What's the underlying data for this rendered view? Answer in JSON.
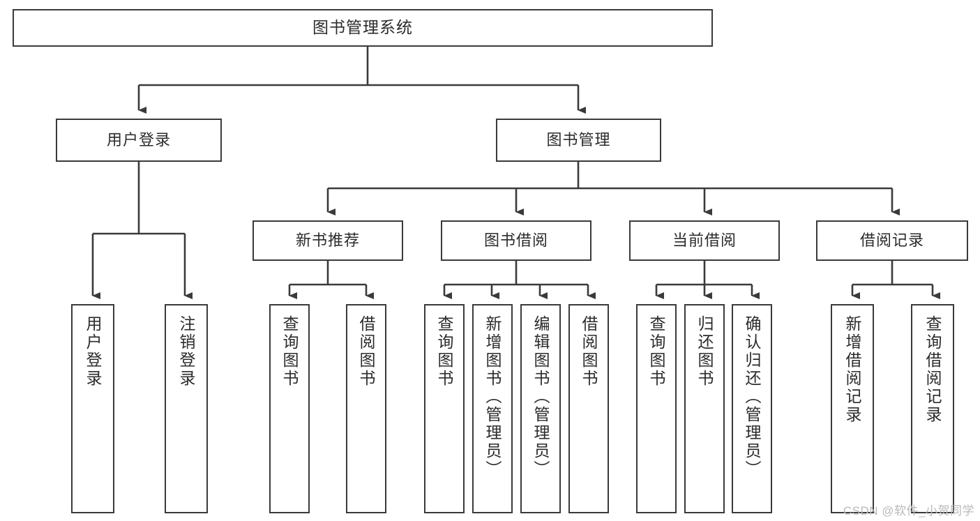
{
  "diagram": {
    "title": "图书管理系统",
    "type": "tree-hierarchy-diagram",
    "colors": {
      "background": "#ffffff",
      "box_border": "#3a3a3a",
      "box_fill": "#ffffff",
      "text": "#2b2b2b",
      "edge": "#3a3a3a",
      "watermark": "#b9b9b9"
    },
    "root": {
      "label": "图书管理系统"
    },
    "level2": [
      {
        "label": "用户登录"
      },
      {
        "label": "图书管理"
      }
    ],
    "level3": [
      {
        "label": "新书推荐"
      },
      {
        "label": "图书借阅"
      },
      {
        "label": "当前借阅"
      },
      {
        "label": "借阅记录"
      }
    ],
    "leaves": {
      "user_login": [
        {
          "label": "用户登录"
        },
        {
          "label": "注销登录"
        }
      ],
      "new_book_recommend": [
        {
          "label": "查询图书"
        },
        {
          "label": "借阅图书"
        }
      ],
      "book_borrow": [
        {
          "label": "查询图书"
        },
        {
          "label": "新增图书（管理员）"
        },
        {
          "label": "编辑图书（管理员）"
        },
        {
          "label": "借阅图书"
        }
      ],
      "current_borrow": [
        {
          "label": "查询图书"
        },
        {
          "label": "归还图书"
        },
        {
          "label": "确认归还（管理员）"
        }
      ],
      "borrow_record": [
        {
          "label": "新增借阅记录"
        },
        {
          "label": "查询借阅记录"
        }
      ]
    }
  },
  "watermark": {
    "text": "CSDN @软件_小贺同学"
  }
}
